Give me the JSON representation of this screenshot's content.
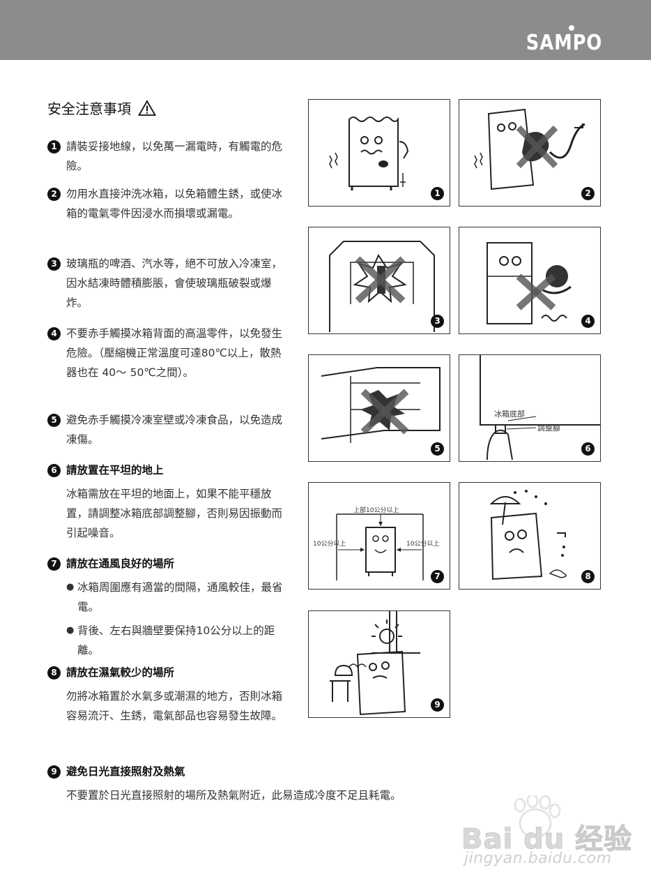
{
  "header": {
    "brand": "SAMPO"
  },
  "title": "安全注意事項",
  "items": [
    {
      "num": "1",
      "text": "請裝妥接地線，以免萬一漏電時，有觸電的危險。"
    },
    {
      "num": "2",
      "text": "勿用水直接沖洗冰箱，以免箱體生銹，或使冰箱的電氣零件因浸水而損壞或漏電。"
    },
    {
      "num": "3",
      "text": "玻璃瓶的啤酒、汽水等，絕不可放入冷凍室，因水結凍時體積膨脹，會使玻璃瓶破裂或爆炸。"
    },
    {
      "num": "4",
      "text": "不要赤手觸摸冰箱背面的高溫零件，以免發生危險。（壓縮機正常溫度可達80℃以上，散熱器也在 40～ 50℃之間）。"
    },
    {
      "num": "5",
      "text": "避免赤手觸摸冷凍室壁或冷凍食品，以免造成凍傷。"
    },
    {
      "num": "6",
      "heading": "請放置在平坦的地上",
      "text": "冰箱需放在平坦的地面上，如果不能平穩放置，請調整冰箱底部調整腳，否則易因振動而引起噪音。"
    },
    {
      "num": "7",
      "heading": "請放在通風良好的場所",
      "bullets": [
        "冰箱周圍應有適當的間隔，通風較佳，最省電。",
        "背後、左右與牆壁要保持10公分以上的距離。"
      ]
    },
    {
      "num": "8",
      "heading": "請放在濕氣較少的場所",
      "text": "勿將冰箱置於水氣多或潮濕的地方，否則冰箱容易流汗、生銹，電氣部品也容易發生故障。"
    },
    {
      "num": "9",
      "heading": "避免日光直接照射及熱氣",
      "text": "不要置於日光直接照射的場所及熱氣附近，此易造成冷度不足且耗電。"
    }
  ],
  "illustrations": {
    "labels": [
      "1",
      "2",
      "3",
      "4",
      "5",
      "6",
      "7",
      "8",
      "9"
    ],
    "fig6_bottom": "冰箱底部",
    "fig6_foot": "調整腳",
    "fig7_top": "上部10公分以上",
    "fig7_left": "10公分以上",
    "fig7_right": "10公分以上"
  },
  "watermark": {
    "text": "Bai du 经验",
    "url": "jingyan.baidu.com"
  }
}
